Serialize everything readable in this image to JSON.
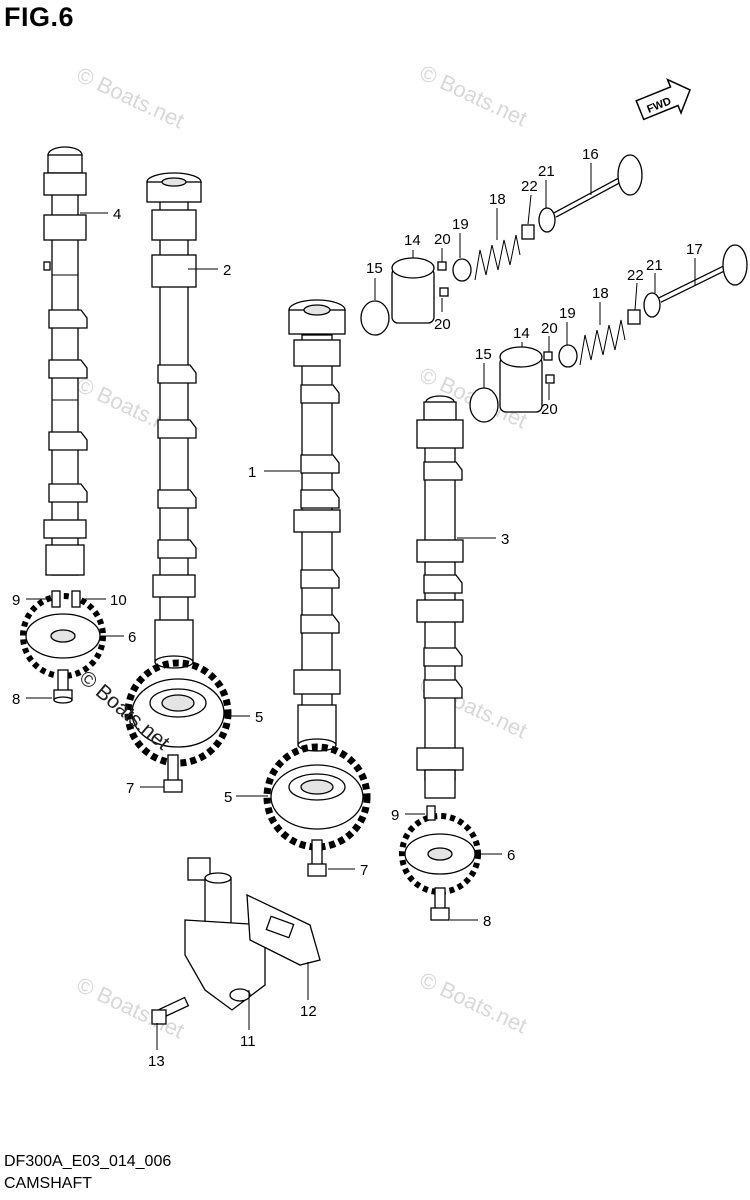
{
  "figure_label": "FIG.6",
  "drawing_code": "DF300A_E03_014_006",
  "section_name": "CAMSHAFT",
  "direction_badge": "FWD",
  "watermark_text": "© Boats.net",
  "overlay_watermark_text": "© Boats.net",
  "callouts": {
    "c1": "1",
    "c2": "2",
    "c3": "3",
    "c4": "4",
    "c5a": "5",
    "c5b": "5",
    "c6a": "6",
    "c6b": "6",
    "c7a": "7",
    "c7b": "7",
    "c8a": "8",
    "c8b": "8",
    "c9a": "9",
    "c9b": "9",
    "c10": "10",
    "c11": "11",
    "c12": "12",
    "c13": "13",
    "c14a": "14",
    "c14b": "14",
    "c15a": "15",
    "c15b": "15",
    "c16": "16",
    "c17": "17",
    "c18a": "18",
    "c18b": "18",
    "c19a": "19",
    "c19b": "19",
    "c20a": "20",
    "c20b": "20",
    "c20c": "20",
    "c20d": "20",
    "c21a": "21",
    "c21b": "21",
    "c22a": "22",
    "c22b": "22"
  },
  "colors": {
    "line": "#000000",
    "watermark": "#d8d8d8",
    "background": "#ffffff"
  }
}
